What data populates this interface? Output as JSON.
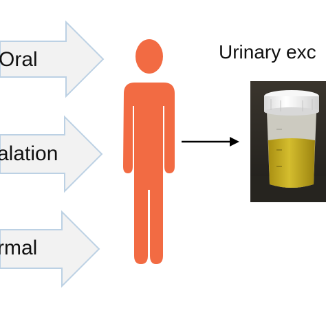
{
  "routes": [
    {
      "label": "Oral"
    },
    {
      "label": "alation"
    },
    {
      "label": "rmal"
    }
  ],
  "excretion_label": "Urinary exc",
  "colors": {
    "arrow_fill": "#f2f2f2",
    "arrow_stroke": "#bcd1e4",
    "person": "#f26b43",
    "urine": "#c4ad1e",
    "cup_lid": "#f7f7f7",
    "photo_background": "#2b2823"
  },
  "icons": {
    "person": "person-icon",
    "arrow": "right-arrow-icon",
    "photo": "urine-sample-cup-photo"
  }
}
